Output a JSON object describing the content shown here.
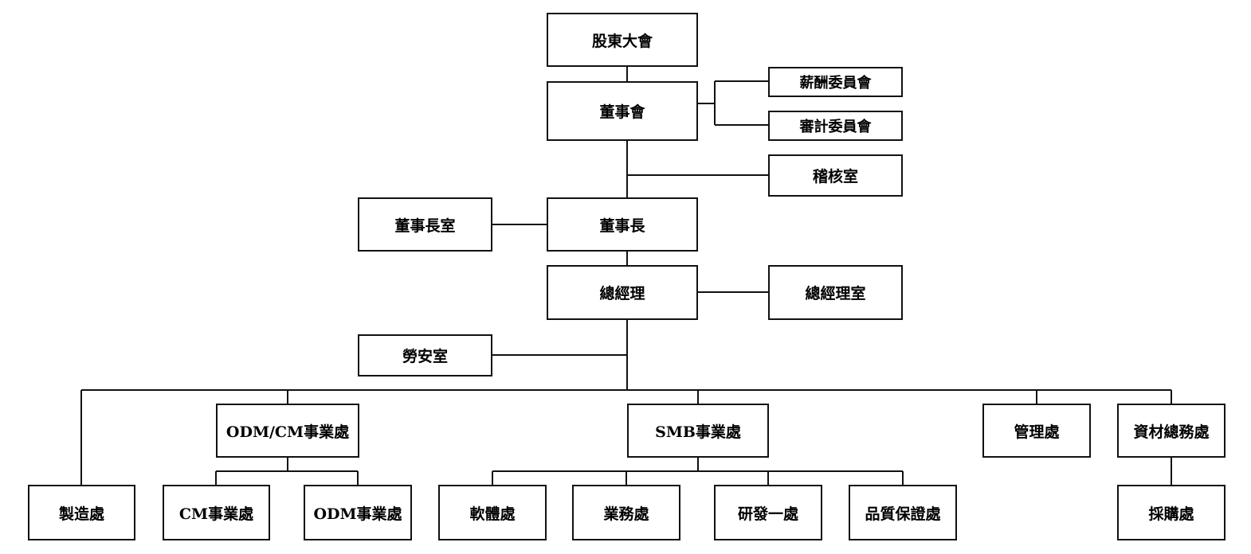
{
  "org_chart": {
    "shareholders": "股東大會",
    "board": "董事會",
    "remuneration_committee": "薪酬委員會",
    "audit_committee": "審計委員會",
    "audit_office": "稽核室",
    "chairman_office": "董事長室",
    "chairman": "董事長",
    "general_manager": "總經理",
    "gm_office": "總經理室",
    "labor_safety_office": "勞安室",
    "odm_cm_division": "ODM/CM事業處",
    "smb_division": "SMB事業處",
    "management_division": "管理處",
    "materials_affairs_division": "資材總務處",
    "manufacturing_division": "製造處",
    "cm_division": "CM事業處",
    "odm_division": "ODM事業處",
    "software_division": "軟體處",
    "sales_division": "業務處",
    "rd1_division": "研發一處",
    "qa_division": "品質保證處",
    "purchasing_division": "採購處"
  },
  "colors": {
    "line": "#111111",
    "box_border": "#111111",
    "text": "#000000"
  }
}
